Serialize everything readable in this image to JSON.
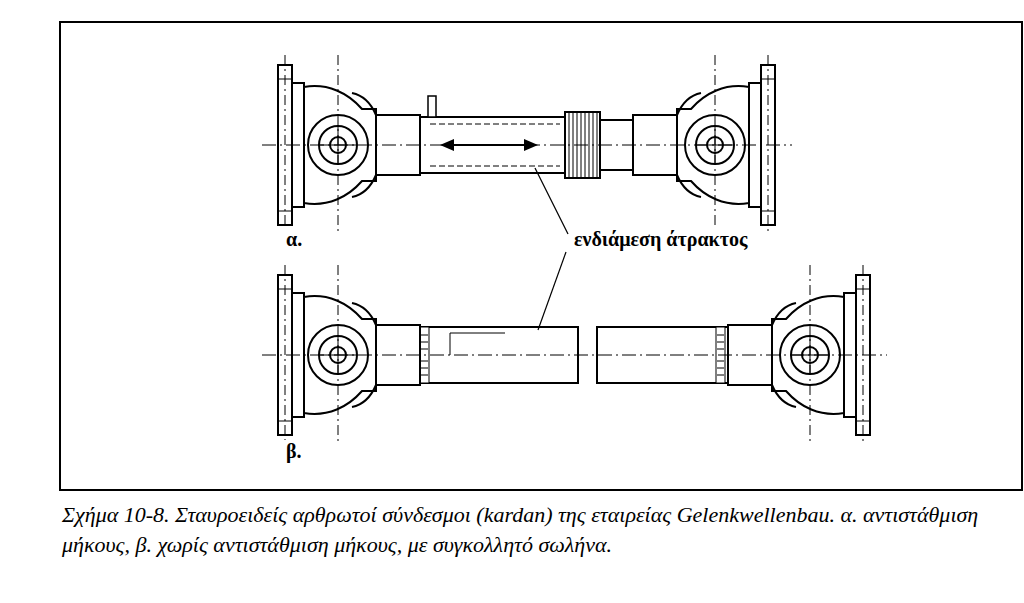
{
  "diagram": {
    "caption": "Σχήμα 10-8. Σταυροειδείς αρθρωτοί σύνδεσμοι (kardan) της εταιρείας Gelenkwellenbau. α. αντιστάθμιση μήκους, β. χωρίς αντιστάθμιση μήκους, με συγκολλητό σωλήνα.",
    "labels": [
      "α.",
      "ενδιάμεση άτρακτος",
      "β."
    ]
  }
}
